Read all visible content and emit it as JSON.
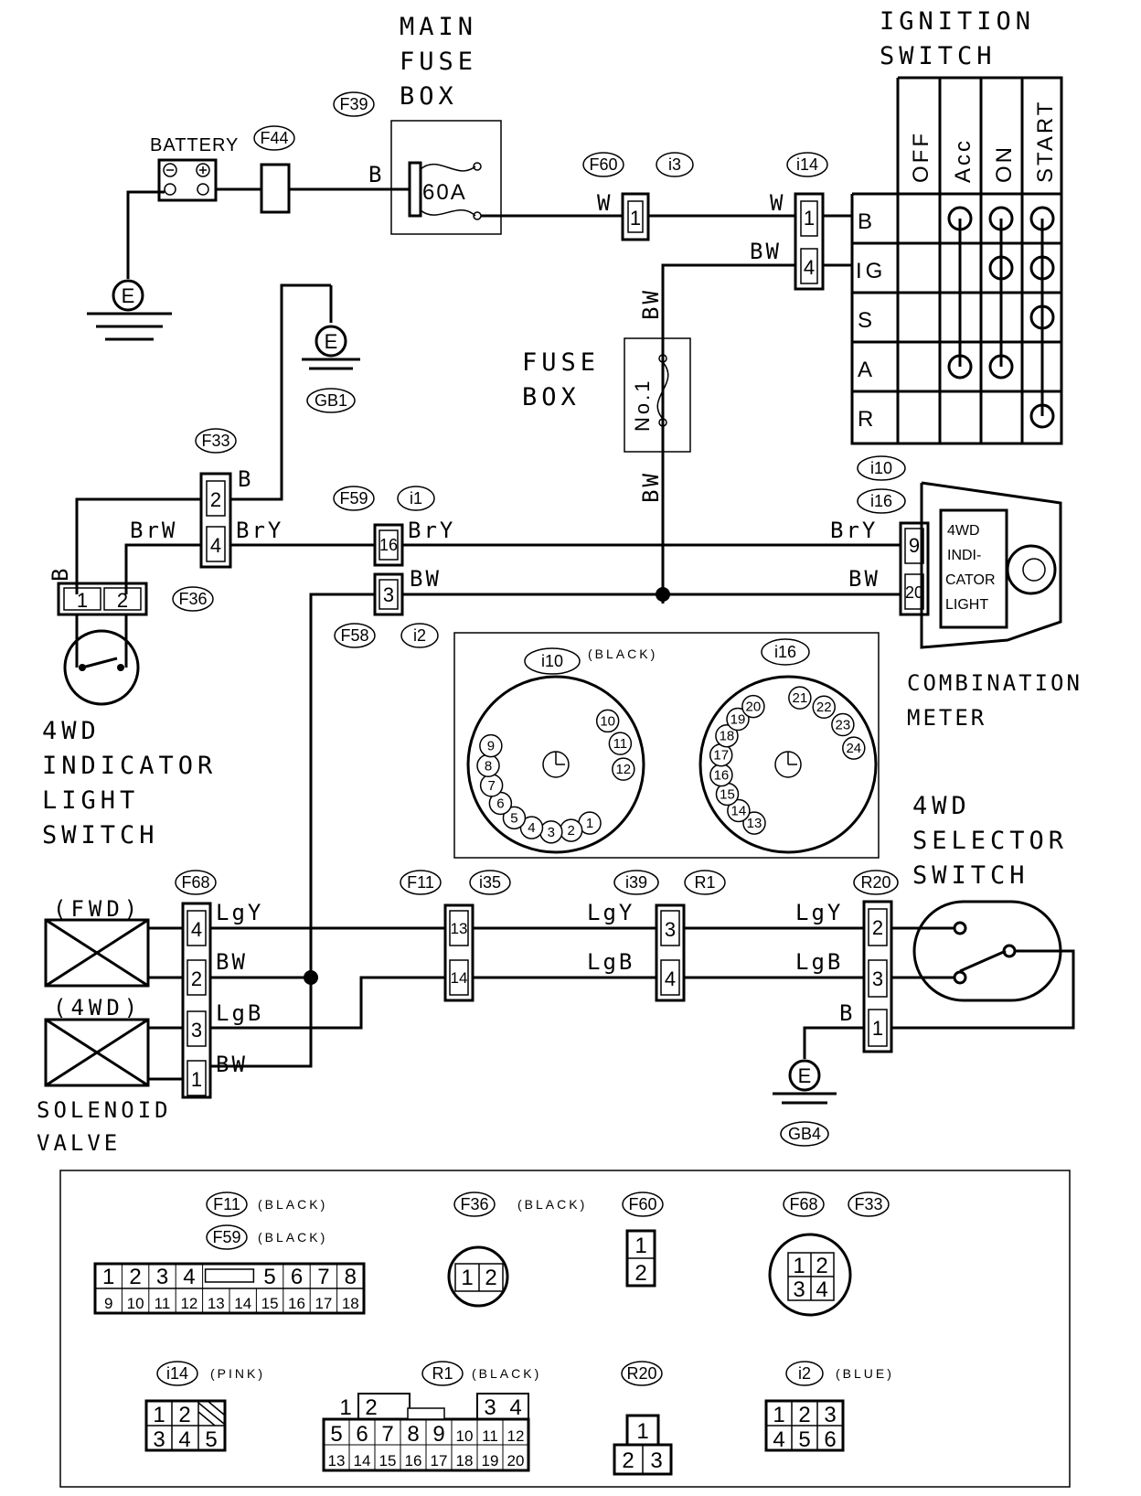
{
  "labels": {
    "main_fuse_box": [
      "MAIN",
      "FUSE",
      "BOX"
    ],
    "battery": "BATTERY",
    "fuse_60a": "60A",
    "ignition_switch": [
      "IGNITION",
      "SWITCH"
    ],
    "ign_columns": [
      "OFF",
      "Acc",
      "ON",
      "START"
    ],
    "ign_rows": [
      "B",
      "IG",
      "S",
      "A",
      "R"
    ],
    "fuse_box": [
      "FUSE",
      "BOX"
    ],
    "fuse_no1": "No.1",
    "earth": "E",
    "combination_meter": [
      "COMBINATION",
      "METER"
    ],
    "indicator_in_meter": [
      "4WD",
      "INDI-",
      "CATOR",
      "LIGHT"
    ],
    "indicator_switch": [
      "4WD",
      "INDICATOR",
      "LIGHT",
      "SWITCH"
    ],
    "selector_switch": [
      "4WD",
      "SELECTOR",
      "SWITCH"
    ],
    "solenoid": [
      "SOLENOID",
      "VALVE"
    ],
    "fwd": "(FWD)",
    "awd": "(4WD)",
    "black_paren": "(BLACK)",
    "pink_paren": "(PINK)",
    "blue_paren": "(BLUE)"
  },
  "connectors": {
    "F39": "F39",
    "F44": "F44",
    "F60": "F60",
    "i3": "i3",
    "i14": "i14",
    "GB1": "GB1",
    "F33": "F33",
    "F59": "F59",
    "i1": "i1",
    "i10": "i10",
    "i16": "i16",
    "F36": "F36",
    "F58": "F58",
    "i2": "i2",
    "F68": "F68",
    "F11": "F11",
    "i35": "i35",
    "i39": "i39",
    "R1": "R1",
    "R20": "R20",
    "GB4": "GB4"
  },
  "wires": {
    "B": "B",
    "W": "W",
    "BW": "BW",
    "BrY": "BrY",
    "BrW": "BrW",
    "LgY": "LgY",
    "LgB": "LgB"
  },
  "pins": {
    "f60": "1",
    "i14_top": "1",
    "i14_bot": "4",
    "f33_top": "2",
    "f33_bot": "4",
    "f59": "16",
    "f58": "3",
    "meter_top": "9",
    "meter_bot": "20",
    "f36": [
      "1",
      "2"
    ],
    "f68": [
      "4",
      "2",
      "3",
      "1"
    ],
    "f11": [
      "13",
      "14"
    ],
    "i39": [
      "3",
      "4"
    ],
    "r20": [
      "2",
      "3",
      "1"
    ]
  },
  "meter_face": {
    "i10_pins": [
      "1",
      "2",
      "3",
      "4",
      "5",
      "6",
      "7",
      "8",
      "9",
      "10",
      "11",
      "12"
    ],
    "i16_pins": [
      "13",
      "14",
      "15",
      "16",
      "17",
      "18",
      "19",
      "20",
      "21",
      "22",
      "23",
      "24"
    ]
  },
  "legend": {
    "f11_top": [
      "1",
      "2",
      "3",
      "4",
      "5",
      "6",
      "7",
      "8"
    ],
    "f11_bot": [
      "9",
      "10",
      "11",
      "12",
      "13",
      "14",
      "15",
      "16",
      "17",
      "18"
    ],
    "f36": [
      "1",
      "2"
    ],
    "f60": [
      "1",
      "2"
    ],
    "f68": [
      "1",
      "2",
      "3",
      "4"
    ],
    "i14": [
      "1",
      "2",
      "3",
      "4",
      "5"
    ],
    "r1_top": [
      "1",
      "2",
      "3",
      "4"
    ],
    "r1_mid": [
      "5",
      "6",
      "7",
      "8",
      "9",
      "10",
      "11",
      "12"
    ],
    "r1_bot": [
      "13",
      "14",
      "15",
      "16",
      "17",
      "18",
      "19",
      "20"
    ],
    "r20": [
      "1",
      "2",
      "3"
    ],
    "i2": [
      "1",
      "2",
      "3",
      "4",
      "5",
      "6"
    ]
  }
}
